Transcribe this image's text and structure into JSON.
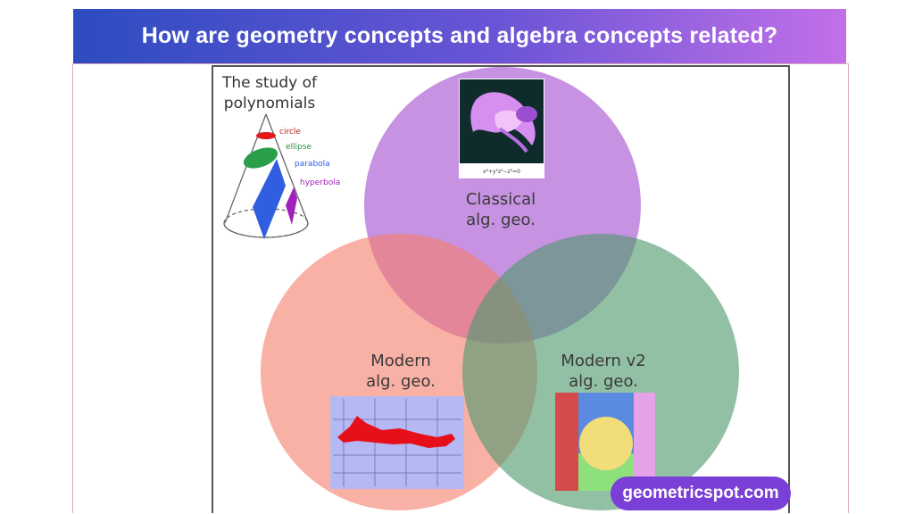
{
  "banner": {
    "title": "How are geometry concepts and algebra concepts related?"
  },
  "diagram": {
    "study_label_line1": "The study of",
    "study_label_line2": "polynomials",
    "conic_labels": {
      "circle": "circle",
      "ellipse": "ellipse",
      "parabola": "parabola",
      "hyperbola": "hyperbola"
    },
    "classical_label_line1": "Classical",
    "classical_label_line2": "alg. geo.",
    "surface_equation": "x²+y²z²−z³=0",
    "modern_label_line1": "Modern",
    "modern_label_line2": "alg. geo.",
    "modern_v2_label_line1": "Modern v2",
    "modern_v2_label_line2": "alg. geo.",
    "colors": {
      "purple_circle": "#a34fcf",
      "salmon_circle": "#f5806e",
      "green_circle": "#4f9a6e"
    }
  },
  "footer": {
    "site": "geometricspot.com"
  }
}
